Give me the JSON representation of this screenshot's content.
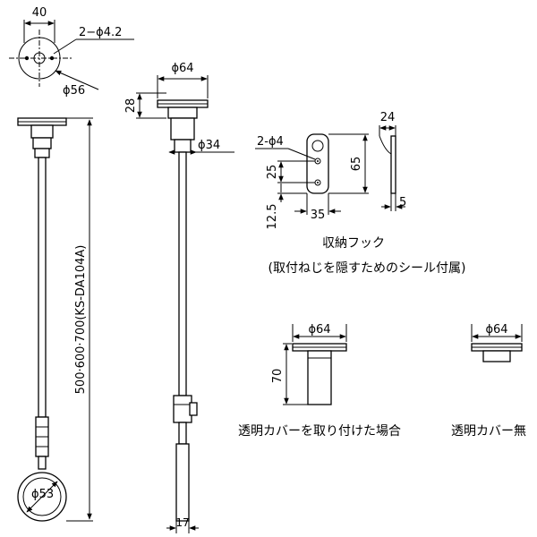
{
  "top_view": {
    "dim_width": "40",
    "dim_holes": "2−ϕ4.2",
    "dim_diameter": "ϕ56"
  },
  "side_view": {
    "dim_length": "500·600·700(KS-DA104A)",
    "dim_ring": "ϕ53"
  },
  "front_view": {
    "dim_top_diameter": "ϕ64",
    "dim_top_height": "28",
    "dim_body_diameter": "ϕ34",
    "dim_bottom_width": "17"
  },
  "hook": {
    "dim_holes": "2-ϕ4",
    "dim_pitch": "25",
    "dim_height": "65",
    "dim_offset": "12.5",
    "dim_width": "35",
    "dim_depth": "24",
    "dim_thickness": "5",
    "caption": "収納フック",
    "note": "(取付ねじを隠すためのシール付属)"
  },
  "cover_on": {
    "dim_diameter": "ϕ64",
    "dim_height": "70",
    "caption": "透明カバーを取り付けた場合"
  },
  "cover_off": {
    "dim_diameter": "ϕ64",
    "caption": "透明カバー無"
  }
}
